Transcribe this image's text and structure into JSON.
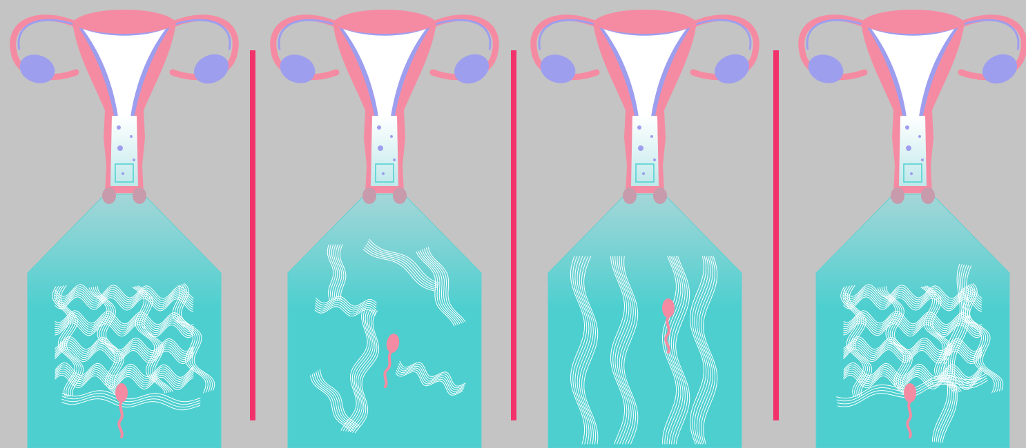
{
  "colors": {
    "background": "#c4c4c4",
    "uterus_pink": "#f58ba2",
    "lining_lavender": "#9e9eee",
    "mucus_teal": "#4dcfcf",
    "divider_red": "#f2336b",
    "sperm_pink": "#f58ba2",
    "fiber_white": "#ffffff"
  },
  "panels": [
    {
      "pattern": "dense-mesh"
    },
    {
      "pattern": "loose-fragments"
    },
    {
      "pattern": "parallel-channels"
    },
    {
      "pattern": "dense-mesh-with-strands"
    }
  ]
}
